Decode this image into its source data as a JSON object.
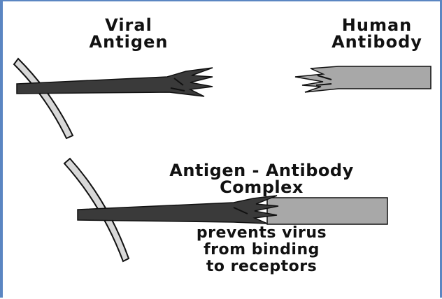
{
  "labels": {
    "viral_antigen": "Viral\nAntigen",
    "human_antibody": "Human\nAntibody",
    "complex": "Antigen - Antibody\nComplex",
    "caption": "prevents virus\nfrom binding\nto receptors"
  },
  "colors": {
    "frame_border": "#5b86c2",
    "antigen_fill": "#3a3a3a",
    "antibody_fill": "#a8a8a8",
    "cell_wall_fill": "#d8d8d8",
    "outline": "#111111"
  }
}
